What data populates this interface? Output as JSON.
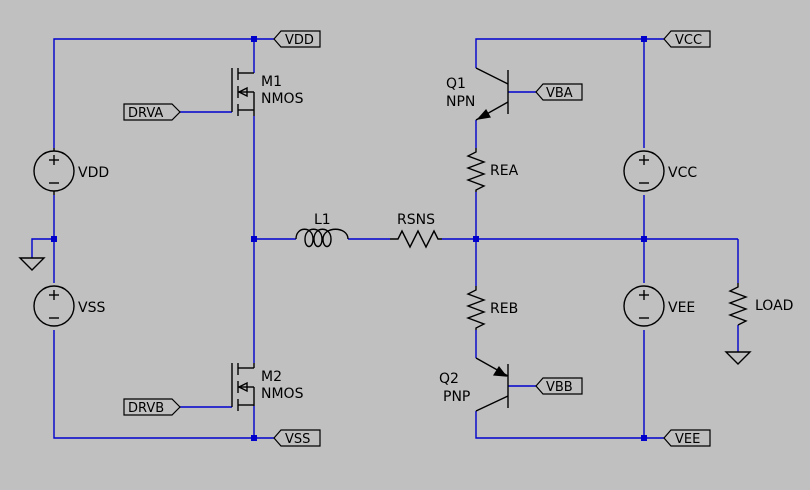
{
  "components": {
    "m1": {
      "name": "M1",
      "type": "NMOS"
    },
    "m2": {
      "name": "M2",
      "type": "NMOS"
    },
    "q1": {
      "name": "Q1",
      "type": "NPN"
    },
    "q2": {
      "name": "Q2",
      "type": "PNP"
    },
    "l1": {
      "name": "L1"
    },
    "rsns": {
      "name": "RSNS"
    },
    "rea": {
      "name": "REA"
    },
    "reb": {
      "name": "REB"
    },
    "load": {
      "name": "LOAD"
    },
    "src_vdd": {
      "name": "VDD"
    },
    "src_vss": {
      "name": "VSS"
    },
    "src_vcc": {
      "name": "VCC"
    },
    "src_vee": {
      "name": "VEE"
    }
  },
  "net_labels": {
    "vdd": "VDD",
    "vss": "VSS",
    "vcc": "VCC",
    "vee": "VEE",
    "drva": "DRVA",
    "drvb": "DRVB",
    "vba": "VBA",
    "vbb": "VBB"
  },
  "colors": {
    "wire": "#0000cd",
    "background": "#c0c0c0",
    "part": "#000000"
  }
}
